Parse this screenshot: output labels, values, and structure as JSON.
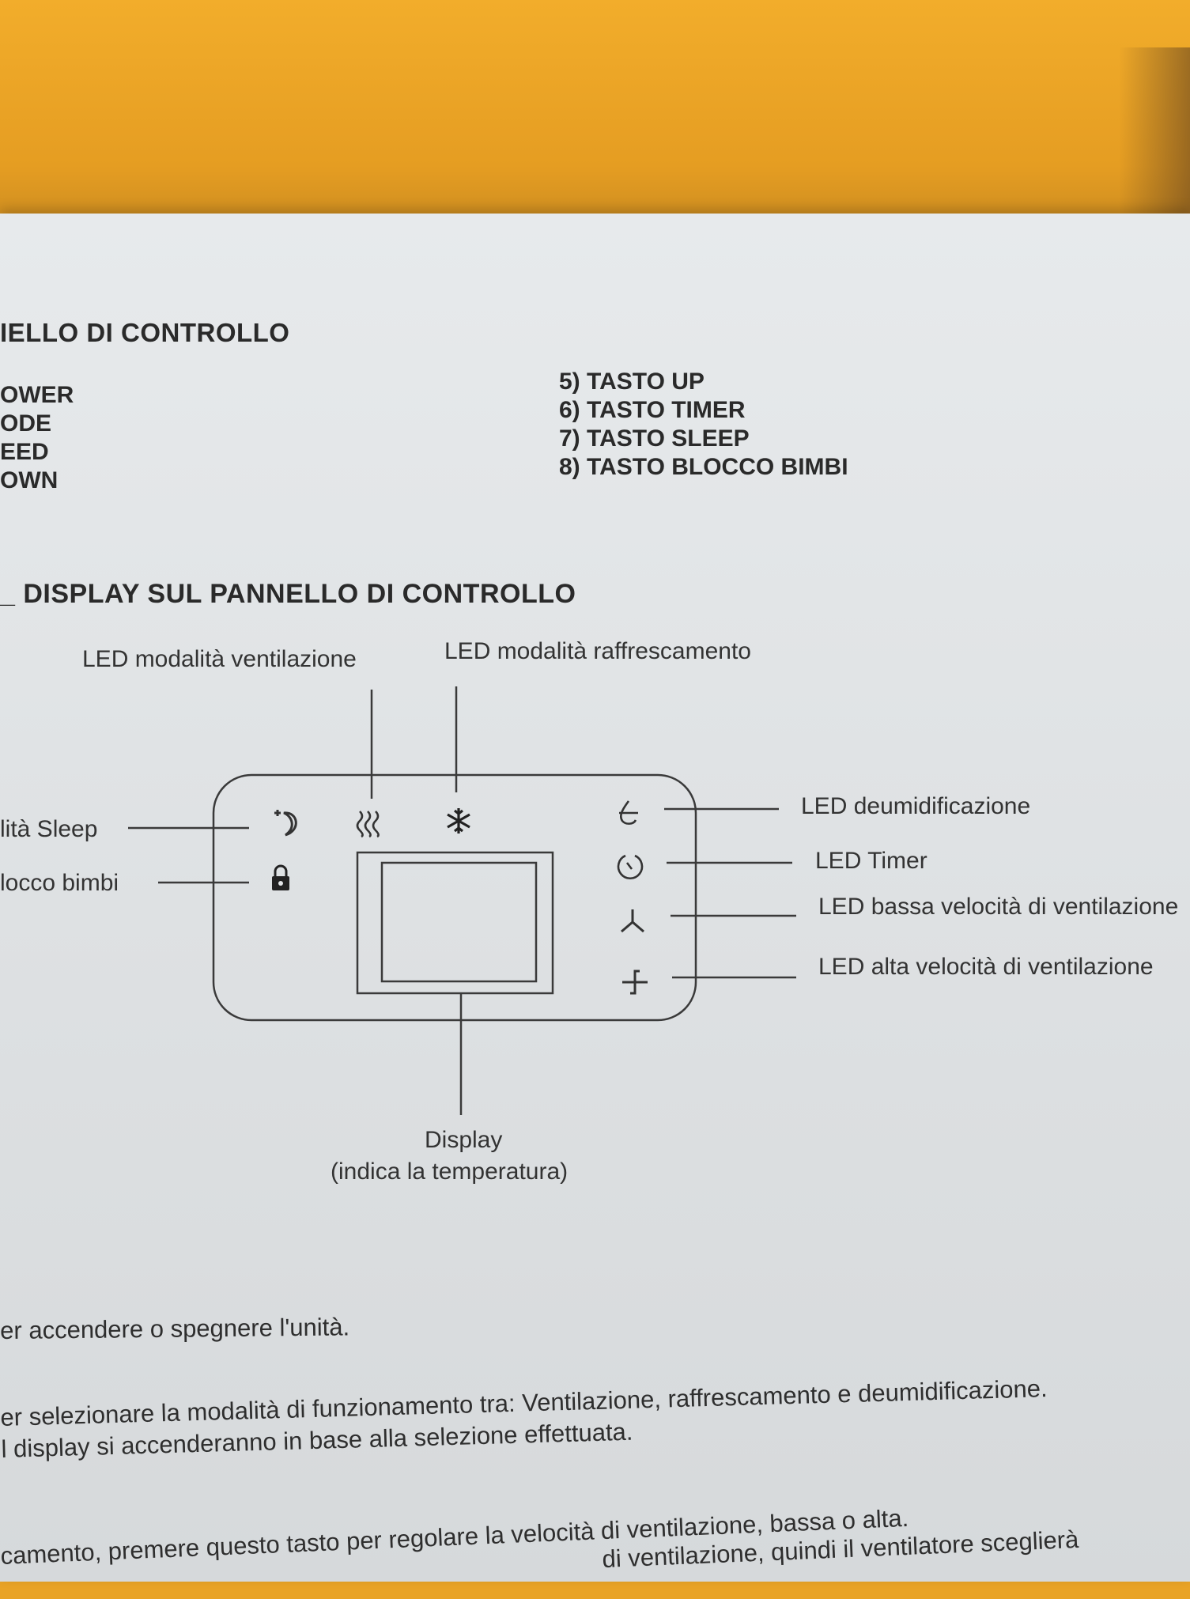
{
  "section1": {
    "title": "IELLO DI CONTROLLO",
    "left_items": [
      "OWER",
      "ODE",
      "EED",
      "OWN"
    ],
    "right_items": [
      "5) TASTO UP",
      "6) TASTO TIMER",
      "7) TASTO SLEEP",
      "8) TASTO BLOCCO BIMBI"
    ]
  },
  "section2": {
    "title": "DISPLAY SUL PANNELLO DI CONTROLLO"
  },
  "diagram": {
    "labels": {
      "fan_mode": "LED modalità ventilazione",
      "cool_mode": "LED modalità raffrescamento",
      "sleep": "lità Sleep",
      "child_lock": "locco bimbi",
      "dehumid": "LED deumidificazione",
      "timer": "LED Timer",
      "low_speed": "LED bassa velocità di ventilazione",
      "high_speed": "LED alta velocità di ventilazione",
      "display": "Display",
      "display_note": "(indica la temperatura)"
    },
    "icons": [
      "sleep-icon",
      "heat-waves-icon",
      "snowflake-icon",
      "droplet-icon",
      "lock-icon",
      "timer-icon",
      "fan-low-icon",
      "fan-high-icon"
    ]
  },
  "paragraphs": {
    "p1": "er accendere o spegnere l'unità.",
    "p2_line1": "er selezionare la modalità di funzionamento tra: Ventilazione, raffrescamento e deumidificazione.",
    "p2_line2": "l display si accenderanno in base alla selezione effettuata.",
    "p3_line1": "camento, premere questo tasto per regolare la velocità di ventilazione, bassa o alta.",
    "p3_line2": "di ventilazione, quindi il ventilatore sceglierà"
  }
}
